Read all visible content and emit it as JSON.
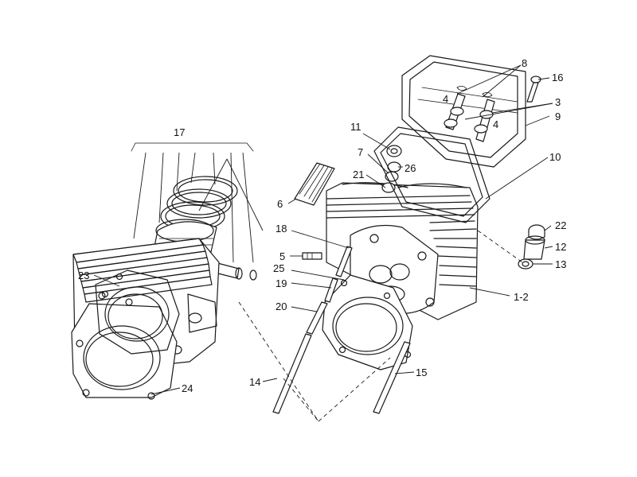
{
  "colors": {
    "line": "#1a1a1a",
    "background": "#ffffff"
  },
  "callouts": {
    "c1_2": "1-2",
    "c3": "3",
    "c4a": "4",
    "c4b": "4",
    "c5": "5",
    "c6": "6",
    "c7": "7",
    "c8": "8",
    "c9": "9",
    "c10": "10",
    "c11": "11",
    "c12": "12",
    "c13": "13",
    "c14": "14",
    "c15": "15",
    "c16": "16",
    "c17": "17",
    "c18": "18",
    "c19": "19",
    "c20": "20",
    "c21": "21",
    "c22": "22",
    "c23": "23",
    "c24": "24",
    "c25": "25",
    "c26": "26"
  }
}
